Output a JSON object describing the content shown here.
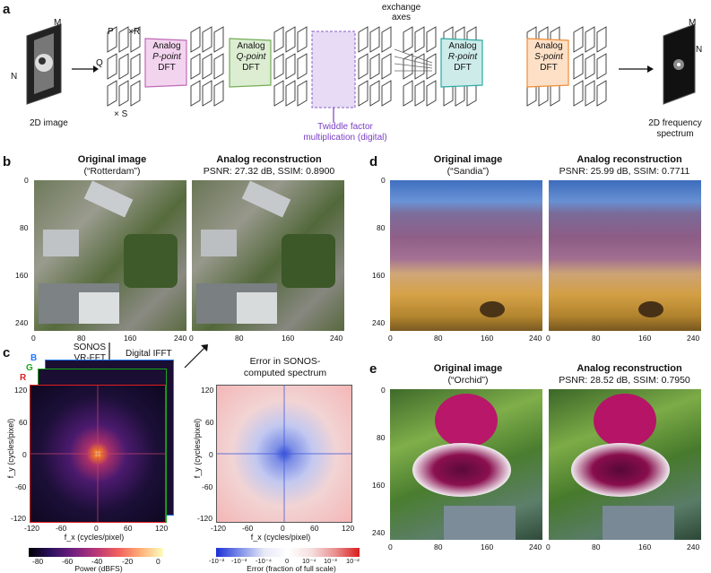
{
  "panel_labels": {
    "a": "a",
    "b": "b",
    "c": "c",
    "d": "d",
    "e": "e"
  },
  "panel_a": {
    "dim_M": "M",
    "dim_N": "N",
    "input_caption": "2D image",
    "output_caption": "2D frequency spectrum",
    "dim_P": "P",
    "dim_Q": "Q",
    "times_R": "×R",
    "times_S": "× S",
    "exchange_axes": "exchange axes",
    "twiddle_label": "Twiddle factor multiplication (digital)",
    "dft_boxes": [
      {
        "line1": "Analog",
        "line2": "P-point",
        "line3": "DFT",
        "color": "#c06ab8",
        "fill": "#f3d4ef"
      },
      {
        "line1": "Analog",
        "line2": "Q-point",
        "line3": "DFT",
        "color": "#74ad57",
        "fill": "#dcedd2"
      },
      {
        "line1": "Analog",
        "line2": "R-point",
        "line3": "DFT",
        "color": "#2aa9a2",
        "fill": "#cdebe9"
      },
      {
        "line1": "Analog",
        "line2": "S-point",
        "line3": "DFT",
        "color": "#ee8d37",
        "fill": "#fde0c6"
      }
    ]
  },
  "panel_b": {
    "orig_title": "Original image",
    "orig_name": "(“Rotterdam”)",
    "recon_title": "Analog reconstruction",
    "recon_metrics": "PSNR: 27.32 dB, SSIM: 0.8900",
    "yticks": [
      "0",
      "80",
      "160",
      "240"
    ],
    "xticks": [
      "0",
      "80",
      "160",
      "240"
    ]
  },
  "panel_c": {
    "arrow_left_line1": "SONOS",
    "arrow_left_line2": "VR-FFT",
    "arrow_right": "Digital IFFT",
    "channel_labels": [
      "B",
      "G",
      "R"
    ],
    "channel_colors": [
      "#1f77ff",
      "#18a818",
      "#e02020"
    ],
    "spectrum_ylabel": "f_y (cycles/pixel)",
    "spectrum_xlabel": "f_x (cycles/pixel)",
    "yticks": [
      "120",
      "60",
      "0",
      "-60",
      "-120"
    ],
    "xticks": [
      "-120",
      "-60",
      "0",
      "60",
      "120"
    ],
    "error_title_1": "Error in SONOS-",
    "error_title_2": "computed spectrum",
    "colorbar1_ticks": [
      "-80",
      "-60",
      "-40",
      "-20",
      "0"
    ],
    "colorbar1_label": "Power (dBFS)",
    "colorbar2_ticks": [
      "-10⁻²",
      "-10⁻³",
      "-10⁻⁴",
      "0",
      "10⁻⁴",
      "10⁻³",
      "10⁻²"
    ],
    "colorbar2_label": "Error (fraction of full scale)"
  },
  "panel_d": {
    "orig_title": "Original image",
    "orig_name": "(“Sandia”)",
    "recon_title": "Analog reconstruction",
    "recon_metrics": "PSNR: 25.99 dB, SSIM: 0.7711",
    "yticks": [
      "0",
      "80",
      "160",
      "240"
    ],
    "xticks": [
      "0",
      "80",
      "160",
      "240"
    ]
  },
  "panel_e": {
    "orig_title": "Original image",
    "orig_name": "(“Orchid”)",
    "recon_title": "Analog reconstruction",
    "recon_metrics": "PSNR: 28.52 dB, SSIM: 0.7950",
    "yticks": [
      "0",
      "80",
      "160",
      "240"
    ],
    "xticks": [
      "0",
      "80",
      "160",
      "240"
    ]
  }
}
